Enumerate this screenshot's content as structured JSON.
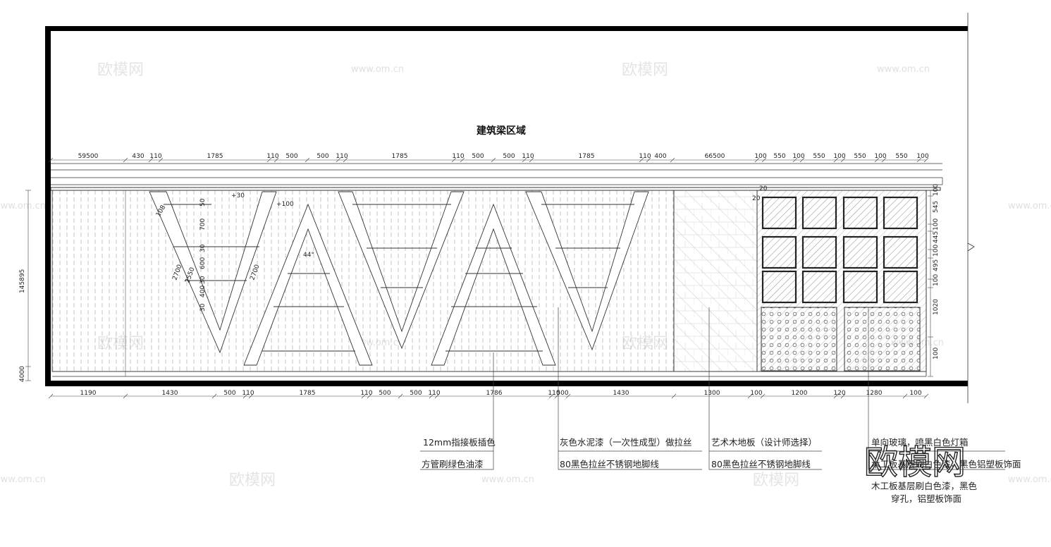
{
  "title": "建筑梁区域",
  "top_dimensions": [
    "59500",
    "430",
    "110",
    "1785",
    "110",
    "500",
    "500",
    "110",
    "1785",
    "110",
    "500",
    "500",
    "110",
    "1785",
    "110",
    "400",
    "66500",
    "100",
    "550",
    "100",
    "550",
    "100",
    "550",
    "100",
    "550",
    "100"
  ],
  "bottom_dimensions": [
    "1190",
    "1430",
    "500",
    "110",
    "1785",
    "110",
    "500",
    "500",
    "110",
    "1786",
    "110",
    "500",
    "1430",
    "1300",
    "100",
    "1200",
    "120",
    "1280",
    "100"
  ],
  "left_dimensions": [
    "145895",
    "4000"
  ],
  "right_dimensions": [
    "100",
    "545",
    "100",
    "445",
    "100",
    "495",
    "100",
    "1020",
    "100"
  ],
  "small_annotations": [
    "20",
    "20",
    "+30",
    "+100",
    "108",
    "50",
    "700",
    "30",
    "600",
    "30",
    "400",
    "30",
    "44°",
    "2700",
    "2550",
    "2700"
  ],
  "notes": {
    "col1": [
      "12mm指接板插色",
      "方管刷绿色油漆"
    ],
    "col2": [
      "灰色水泥漆（一次性成型）做拉丝",
      "80黑色拉丝不锈钢地脚线"
    ],
    "col3": [
      "艺术木地板（设计师选择）",
      "80黑色拉丝不锈钢地脚线"
    ],
    "col4": [
      "单向玻璃，喷黑白色灯箱",
      "木工板基层刷白色漆，黑色铝塑板饰面",
      "木工板基层刷白色漆，黑色",
      "穿孔，铝塑板饰面"
    ]
  },
  "watermarks": [
    "欧模网",
    "www.om.cn"
  ],
  "logo_text": "欧模网",
  "colors": {
    "line": "#222222",
    "frame": "#000000",
    "watermark": "#cfcfcf",
    "paper": "#ffffff"
  }
}
